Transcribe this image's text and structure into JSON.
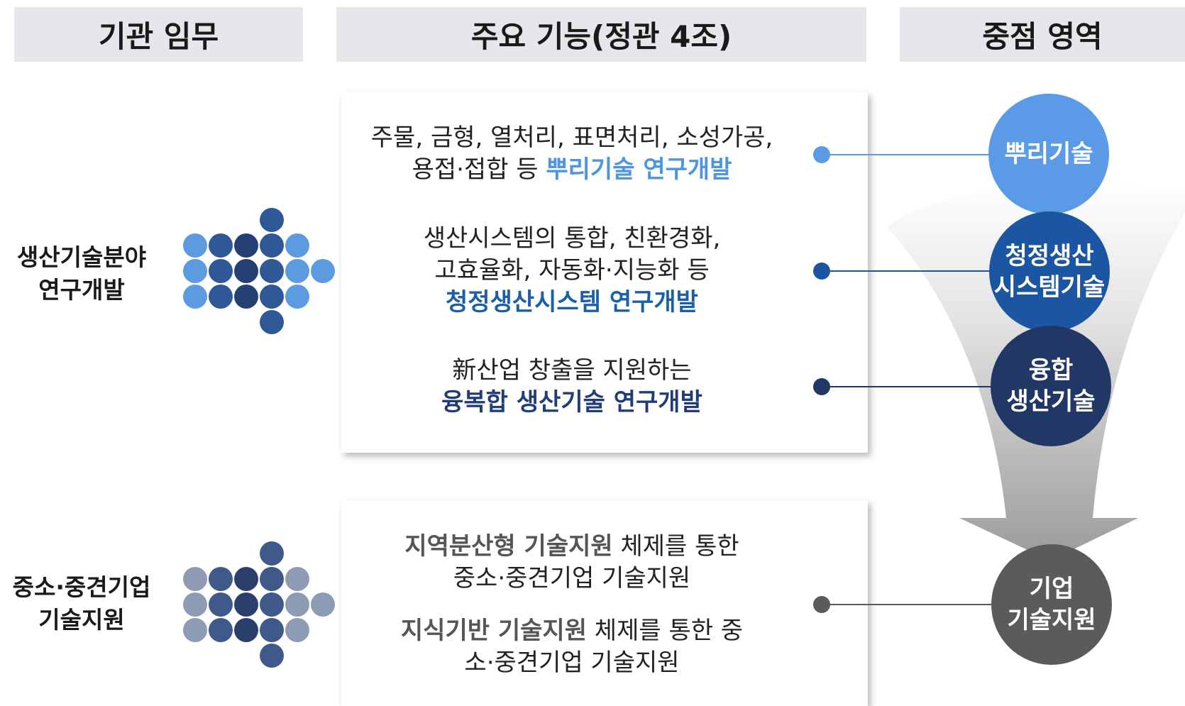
{
  "headers": {
    "mission": "기관 임무",
    "functions": "주요 기능(정관 4조)",
    "focus": "중점 영역"
  },
  "left_labels": {
    "production_line1": "생산기술분야",
    "production_line2": "연구개발",
    "sme_line1": "중소·중견기업",
    "sme_line2": "기술지원"
  },
  "functions_top": [
    {
      "line1": "주물, 금형, 열처리, 표면처리, 소성가공,",
      "line2_plain": "용접·접합 등 ",
      "line2_emph": "뿌리기술 연구개발"
    },
    {
      "line1": "생산시스템의 통합, 친환경화,",
      "line2": "고효율화, 자동화·지능화 등",
      "line3_emph": "청정생산시스템 연구개발"
    },
    {
      "line1": "新산업 창출을 지원하는",
      "line2_emph": "융복합 생산기술 연구개발"
    }
  ],
  "functions_bottom": [
    {
      "emph": "지역분산형 기술지원",
      "rest": " 체제를 통한",
      "line2": "중소·중견기업 기술지원"
    },
    {
      "emph": "지식기반 기술지원",
      "rest": " 체제를 통한 중",
      "line2": "소·중견기업 기술지원"
    }
  ],
  "focus_areas": [
    {
      "line1": "뿌리기술",
      "line2": "",
      "color": "#5a9ae6"
    },
    {
      "line1": "청정생산",
      "line2": "시스템기술",
      "color": "#1c55a1"
    },
    {
      "line1": "융합",
      "line2": "생산기술",
      "color": "#213766"
    },
    {
      "line1": "기업",
      "line2": "기술지원",
      "color": "#5b5b5b"
    }
  ],
  "colors": {
    "header_bg": "#e6e7ea",
    "light_blue": "#4d95e0",
    "mid_blue": "#1b5fa8",
    "dark_blue": "#213d78",
    "grey": "#5b5b5b"
  }
}
